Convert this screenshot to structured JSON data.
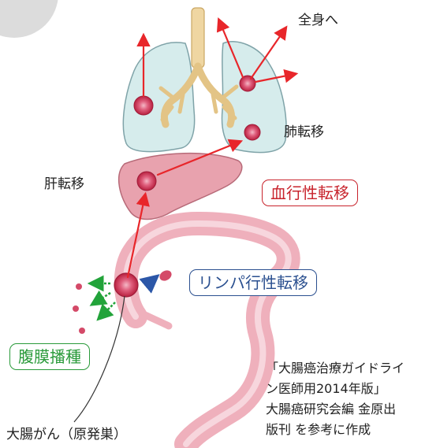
{
  "labels": {
    "whole_body": "全身へ",
    "lung_metastasis": "肺転移",
    "liver_metastasis": "肝転移",
    "primary": "大腸がん（原発巣）"
  },
  "boxes": {
    "hematogenous": "血行性転移",
    "lymphatic": "リンパ行性転移",
    "peritoneal": "腹膜播種"
  },
  "note_lines": [
    "「大腸癌治療ガイドライ",
    "ン医師用2014年版」",
    "大腸癌研究会編 金原出",
    "版刊 を参考に作成"
  ],
  "colors": {
    "hematogenous": "#c8232c",
    "lymphatic": "#2a4f8f",
    "peritoneal": "#2a9a3a",
    "blood_arrow": "#e8262a",
    "lymph_arrow": "#2c57a8",
    "peritoneal_arrow": "#22a33a",
    "lung_fill": "#d6ecec",
    "organ_fill": "#e8a2ae",
    "tumor": "#c2294a"
  }
}
